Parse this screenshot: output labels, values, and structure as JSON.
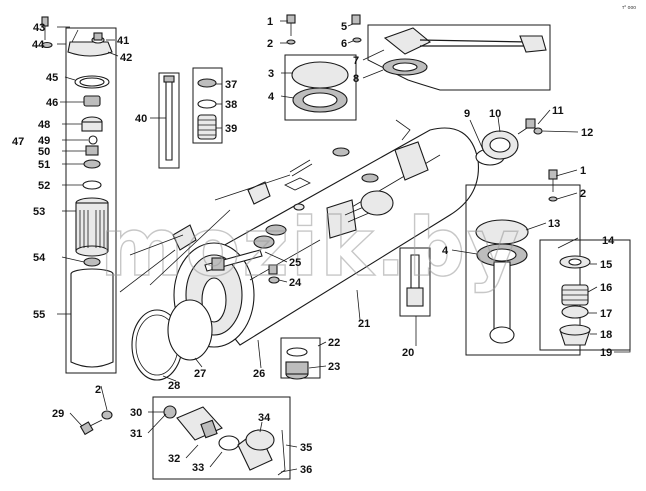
{
  "corner_code": "т° ooo",
  "watermark": "mozik.by",
  "callouts": [
    {
      "id": "c1a",
      "text": "1"
    },
    {
      "id": "c2a",
      "text": "2"
    },
    {
      "id": "c3",
      "text": "3"
    },
    {
      "id": "c4a",
      "text": "4"
    },
    {
      "id": "c5",
      "text": "5"
    },
    {
      "id": "c6",
      "text": "6"
    },
    {
      "id": "c7",
      "text": "7"
    },
    {
      "id": "c8",
      "text": "8"
    },
    {
      "id": "c9",
      "text": "9"
    },
    {
      "id": "c10",
      "text": "10"
    },
    {
      "id": "c11",
      "text": "11"
    },
    {
      "id": "c12",
      "text": "12"
    },
    {
      "id": "c1b",
      "text": "1"
    },
    {
      "id": "c2b",
      "text": "2"
    },
    {
      "id": "c13",
      "text": "13"
    },
    {
      "id": "c4b",
      "text": "4"
    },
    {
      "id": "c14",
      "text": "14"
    },
    {
      "id": "c15",
      "text": "15"
    },
    {
      "id": "c16",
      "text": "16"
    },
    {
      "id": "c17",
      "text": "17"
    },
    {
      "id": "c18",
      "text": "18"
    },
    {
      "id": "c19",
      "text": "19"
    },
    {
      "id": "c20",
      "text": "20"
    },
    {
      "id": "c21",
      "text": "21"
    },
    {
      "id": "c22",
      "text": "22"
    },
    {
      "id": "c23",
      "text": "23"
    },
    {
      "id": "c24",
      "text": "24"
    },
    {
      "id": "c25",
      "text": "25"
    },
    {
      "id": "c26",
      "text": "26"
    },
    {
      "id": "c27",
      "text": "27"
    },
    {
      "id": "c28",
      "text": "28"
    },
    {
      "id": "c2c",
      "text": "2"
    },
    {
      "id": "c29",
      "text": "29"
    },
    {
      "id": "c30",
      "text": "30"
    },
    {
      "id": "c31",
      "text": "31"
    },
    {
      "id": "c32",
      "text": "32"
    },
    {
      "id": "c33",
      "text": "33"
    },
    {
      "id": "c34",
      "text": "34"
    },
    {
      "id": "c35",
      "text": "35"
    },
    {
      "id": "c36",
      "text": "36"
    },
    {
      "id": "c37",
      "text": "37"
    },
    {
      "id": "c38",
      "text": "38"
    },
    {
      "id": "c39",
      "text": "39"
    },
    {
      "id": "c40",
      "text": "40"
    },
    {
      "id": "c41",
      "text": "41"
    },
    {
      "id": "c42",
      "text": "42"
    },
    {
      "id": "c43",
      "text": "43"
    },
    {
      "id": "c44",
      "text": "44"
    },
    {
      "id": "c45",
      "text": "45"
    },
    {
      "id": "c46",
      "text": "46"
    },
    {
      "id": "c47",
      "text": "47"
    },
    {
      "id": "c48",
      "text": "48"
    },
    {
      "id": "c49",
      "text": "49"
    },
    {
      "id": "c50",
      "text": "50"
    },
    {
      "id": "c51",
      "text": "51"
    },
    {
      "id": "c52",
      "text": "52"
    },
    {
      "id": "c53",
      "text": "53"
    },
    {
      "id": "c54",
      "text": "54"
    },
    {
      "id": "c55",
      "text": "55"
    }
  ]
}
